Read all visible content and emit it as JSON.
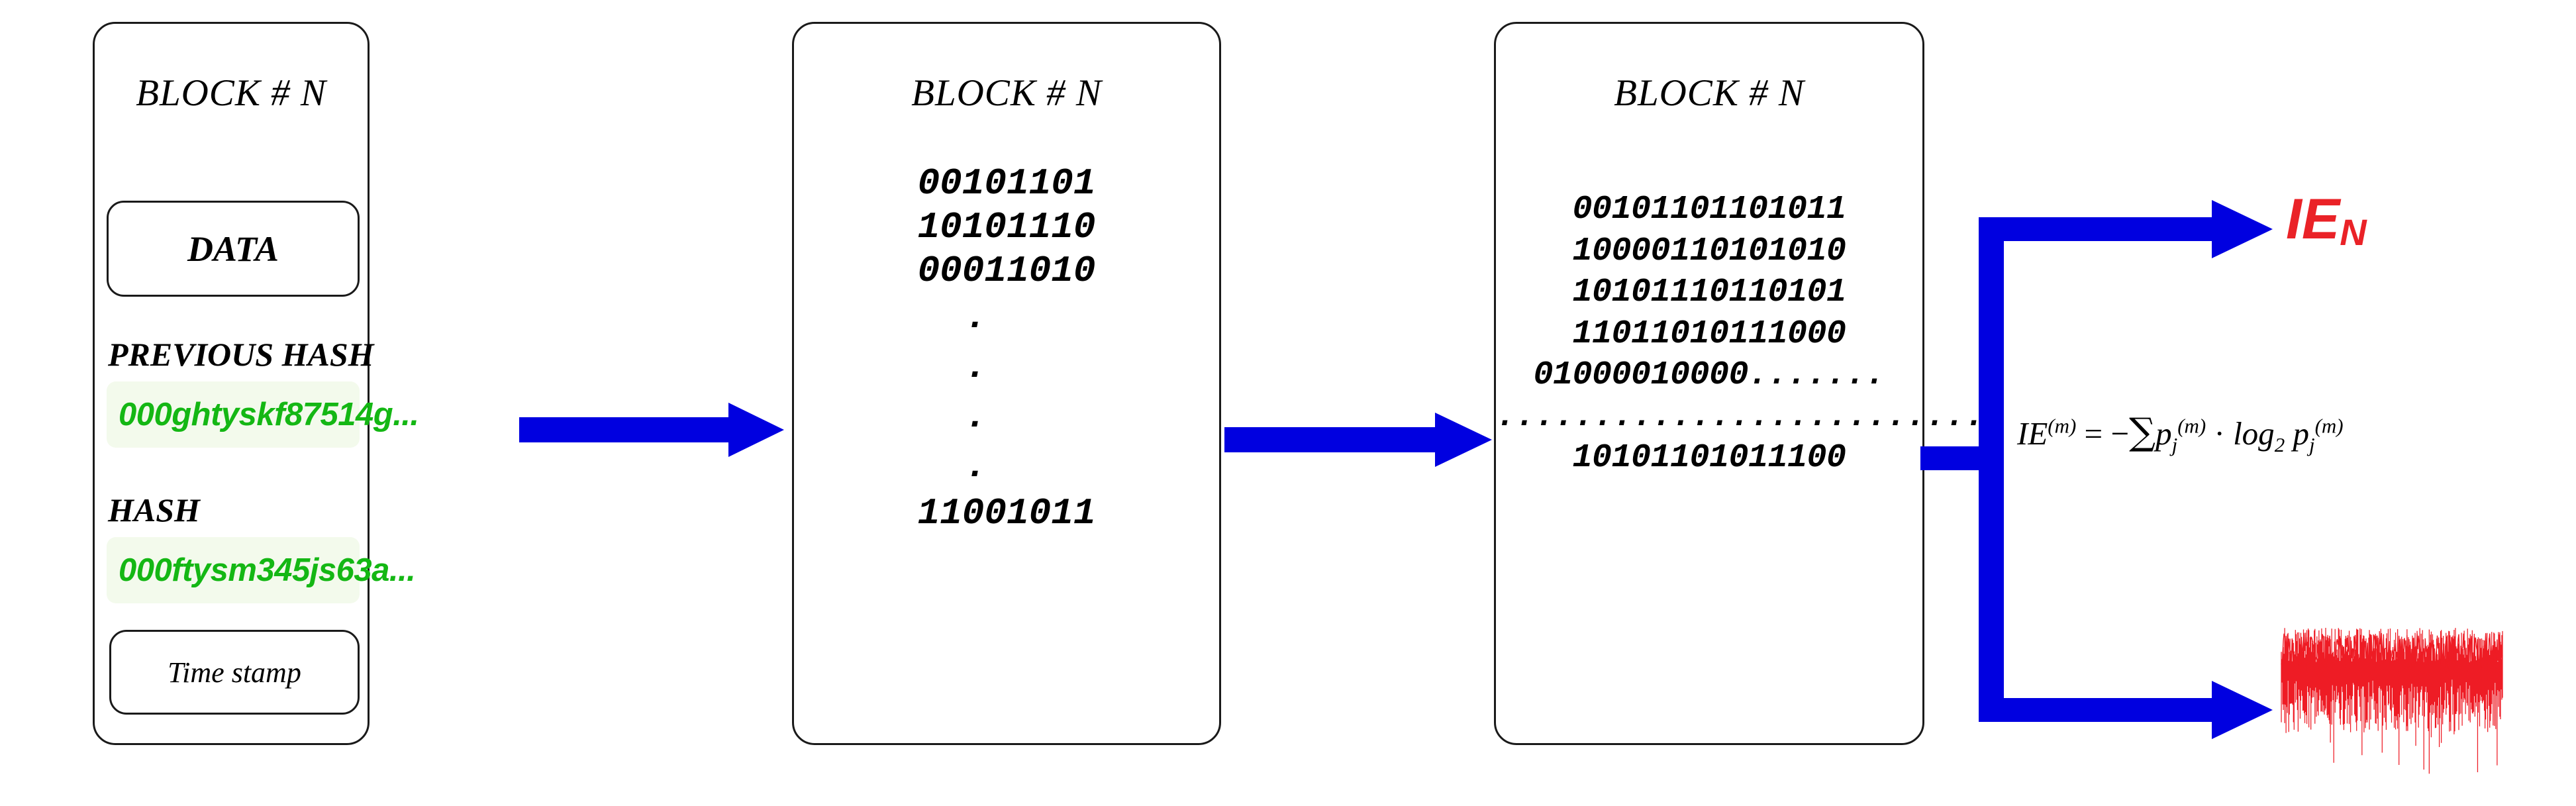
{
  "diagram": {
    "title_hidden": "",
    "colors": {
      "arrow_blue": "#0000e0",
      "hash_green": "#14b714",
      "output_red": "#ea2227",
      "signal_red": "#ee1c25",
      "border_black": "#1a1a1a",
      "hash_pill_bg": "#f3faec"
    }
  },
  "block1": {
    "title": "BLOCK # N",
    "data_label": "DATA",
    "previous_hash_label": "PREVIOUS HASH",
    "previous_hash_value": "000ghtyskf87514g...",
    "hash_label": "HASH",
    "hash_value": "000ftysm345js63a...",
    "timestamp_label": "Time stamp"
  },
  "block2": {
    "title": "BLOCK # N",
    "bits": [
      "00101101",
      "10101110",
      "00011010"
    ],
    "ellipsis_dots": [
      ".",
      ".",
      ".",
      "."
    ],
    "bits_last": "11001011"
  },
  "block3": {
    "title": "BLOCK # N",
    "bits": [
      "00101101101011",
      "10000110101010",
      "10101110110101",
      "11011010111000",
      "01000010000......."
    ],
    "separator": "..........................",
    "bits_last": "10101101011100"
  },
  "arrows": {
    "arrow1_name": "block1-to-block2",
    "arrow2_name": "block2-to-block3",
    "branch_name": "block3-to-outputs",
    "branch_top_name": "branch-to-ie-label",
    "branch_bottom_name": "branch-to-signal"
  },
  "outputs": {
    "ie_label_main": "IE",
    "ie_label_sub": "N",
    "formula": {
      "lhs": "IE",
      "lhs_sup": "(m)",
      "equals": "=",
      "minus": "−",
      "sigma": "∑",
      "p": "p",
      "p_sub": "j",
      "p_sup": "(m)",
      "dot": "·",
      "log": "log",
      "log_base": "2",
      "p2": "p",
      "p2_sub": "j",
      "p2_sup": "(m)",
      "plain_text": "IE(m) = − ∑ pj(m) · log2 pj(m)"
    },
    "signal_name": "entropy-signal-waveform"
  }
}
